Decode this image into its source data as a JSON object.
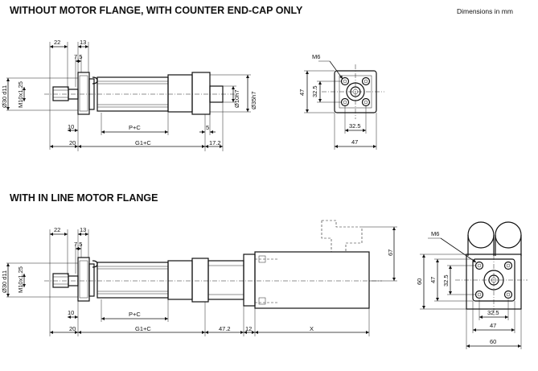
{
  "header": {
    "top_title": "WITHOUT MOTOR FLANGE, WITH COUNTER END-CAP ONLY",
    "units": "Dimensions  in mm",
    "bottom_title": "WITH IN LINE MOTOR FLANGE"
  },
  "top_side": {
    "d22": "22",
    "d13": "13",
    "d7_5": "7.5",
    "d30": "Ø30 d11",
    "m10": "M10x1.25",
    "d10": "10",
    "d20": "20",
    "pc": "P+C",
    "g1c": "G1+C",
    "d5": "5",
    "d17_2": "17.2",
    "d10h7": "Ø10h7",
    "d35h7": "Ø35h7"
  },
  "top_end": {
    "m6": "M6",
    "h47": "47",
    "h32_5": "32.5",
    "w32_5": "32.5",
    "w47": "47"
  },
  "bottom_side": {
    "d22": "22",
    "d13": "13",
    "d7_5": "7.5",
    "d30": "Ø30 d11",
    "m10": "M10x1.25",
    "d10": "10",
    "d20": "20",
    "pc": "P+C",
    "g1c": "G1+C",
    "d47_2": "47.2",
    "d12": "12",
    "x": "X",
    "d67": "67"
  },
  "bottom_end": {
    "m6": "M6",
    "h60": "60",
    "h47": "47",
    "h32_5": "32.5",
    "w32_5": "32.5",
    "w47": "47",
    "w60": "60"
  }
}
